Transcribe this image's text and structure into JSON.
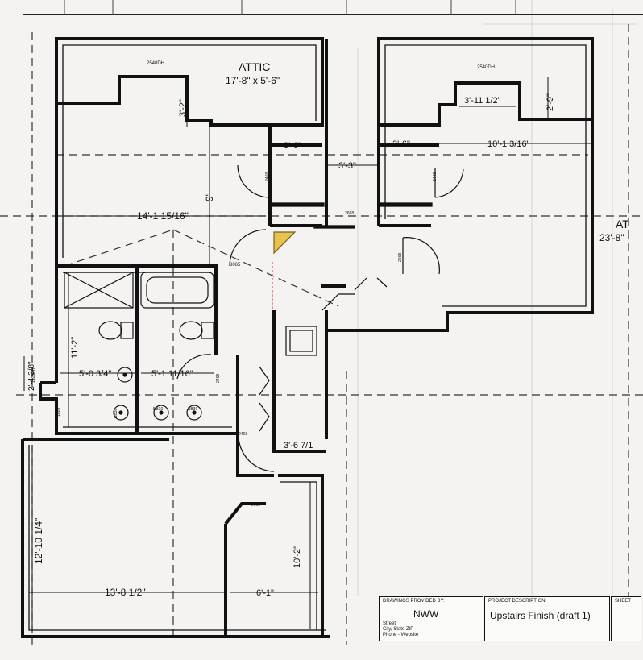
{
  "attic_left": {
    "name": "ATTIC",
    "dims": "17'-8\" x 5'-6\""
  },
  "attic_right": {
    "name": "AT",
    "dims": "23'-8\""
  },
  "dimensions": {
    "attic_depth": "3'-2\"",
    "right_bump_width": "3'-11 1/2\"",
    "right_bump_depth": "2'-9\"",
    "closet_left": "3'-6\"",
    "closet_right": "3'-6\"",
    "between_closets": "3'-3\"",
    "right_room_width": "10'-1 3/16\"",
    "left_room_width": "14'-1 15/16\"",
    "left_room_depth": "9'",
    "bath_depth": "11'-2\"",
    "bath_left_width": "5'-0 3/4\"",
    "bath_right_width": "5'-1 11/16\"",
    "small_dim": "2'-4 3/8\"",
    "closet_lower": "3'-6 7/1",
    "bottom_depth": "12'-10 1/4\"",
    "bottom_left_width": "13'-8 1/2\"",
    "bottom_right_width": "6'-1\"",
    "bottom_right_depth": "10'-2\""
  },
  "door_codes": {
    "win_left": "2540DH",
    "win_right": "2540DH",
    "d_closet_left": "2468",
    "d_closet_right": "2468",
    "d_hall_top": "2668",
    "d_right_room": "2668",
    "d_mid": "8065",
    "d_bath": "2468",
    "d_hall": "5068",
    "d_lower": "2468",
    "d_left": "2668",
    "d_side": "1626DH",
    "d_side2": "1626",
    "d_bottom": "2668",
    "fix1": "BB30",
    "fix2": "BB30",
    "fix3": "BB30"
  },
  "title_block": {
    "provided_by_label": "DRAWINGS PROVIDED BY:",
    "provider": "NWW",
    "address_lines": [
      "Street",
      "City, State  ZIP",
      "Phone - Website"
    ],
    "project_label": "PROJECT DESCRIPTION:",
    "project": "Upstairs Finish (draft 1)",
    "sheet_label": "SHEET"
  }
}
